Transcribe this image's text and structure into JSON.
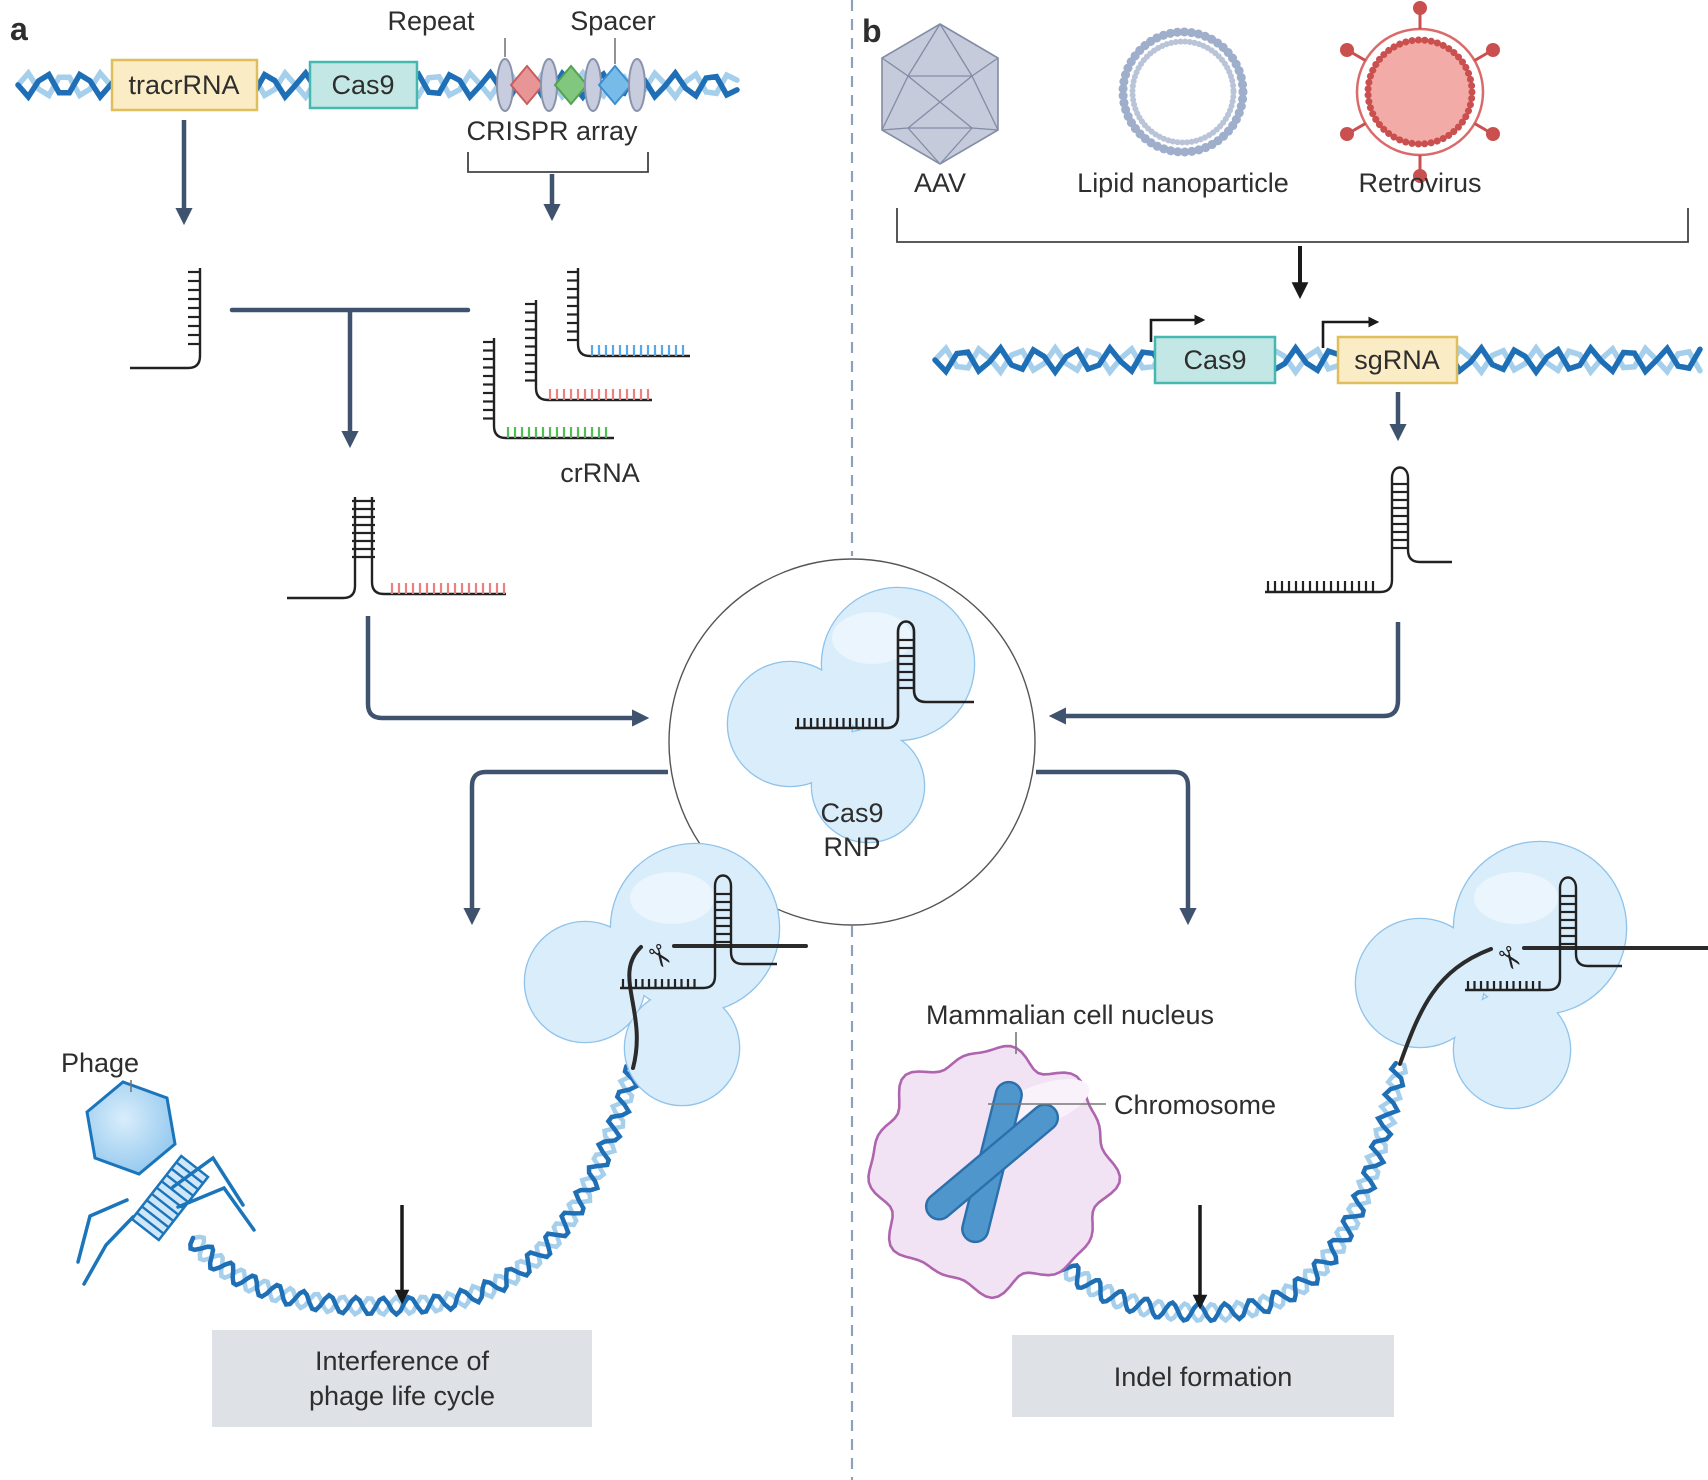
{
  "panel_a": {
    "label": "a",
    "dna_genes": {
      "tracrRNA": "tracrRNA",
      "cas9": "Cas9"
    },
    "array": {
      "repeat_label": "Repeat",
      "spacer_label": "Spacer",
      "array_label": "CRISPR array"
    },
    "crRNA_label": "crRNA",
    "phage_label": "Phage",
    "outcome": {
      "line1": "Interference of",
      "line2": "phage life cycle"
    }
  },
  "panel_b": {
    "label": "b",
    "delivery": {
      "aav": "AAV",
      "lipid_nanoparticle": "Lipid nanoparticle",
      "retrovirus": "Retrovirus"
    },
    "dna_genes": {
      "cas9": "Cas9",
      "sgRNA": "sgRNA"
    },
    "nucleus_label": "Mammalian cell nucleus",
    "chromosome_label": "Chromosome",
    "outcome": "Indel formation"
  },
  "center": {
    "rnp_line1": "Cas9",
    "rnp_line2": "RNP"
  },
  "icons": {
    "scissors": "✂"
  },
  "colors": {
    "text": "#2e2e2e",
    "slate": "#3f536e",
    "arrow_black": "#1a1a1a",
    "dna_dark": "#1e6fb6",
    "dna_light": "#a6cfeb",
    "box_yellow_fill": "#faecc4",
    "box_yellow_stroke": "#dfbe5b",
    "box_teal_fill": "#c3e7e5",
    "box_teal_stroke": "#46b8b0",
    "blob_fill": "#d9edfb",
    "blob_stroke": "#8fc3ea",
    "blob_highlight": "#eaf5fd",
    "gray_box": "#dee1e6",
    "nucleus_fill": "#f2e3f4",
    "nucleus_stroke": "#af64ae",
    "nucleus_highlight": "#faf2fb",
    "chromosome_fill": "#4e96cc",
    "chromosome_stroke": "#2b70ac",
    "repeat_fill": "#c7cdde",
    "repeat_stroke": "#8a93ac",
    "spacer_red_fill": "#e89595",
    "spacer_red_stroke": "#c65f5f",
    "spacer_green_fill": "#82c77e",
    "spacer_green_stroke": "#53a152",
    "spacer_blue_fill": "#77bce8",
    "spacer_blue_stroke": "#3b8ed1",
    "crrna_blue": "#56a8e8",
    "crrna_red": "#ec7f7f",
    "crrna_green": "#52bd52",
    "phage_stroke": "#1b75bb",
    "phage_fill_light": "#d9edfb",
    "phage_fill_dark": "#92c8ee",
    "aav_fill": "#c5cbda",
    "aav_stroke": "#828ca6",
    "lipid_ring": "#9faecb",
    "lipid_inner": "#b9c4d9",
    "retro_ring": "#db6a6a",
    "retro_fill": "#f2aba6",
    "retro_dark": "#c9504e",
    "glyph": "#222222",
    "cut_dna": "#2b2b2b",
    "leader": "#777777",
    "divider": "#8da0be",
    "circle_stroke": "#555555",
    "bracket": "#444444"
  }
}
